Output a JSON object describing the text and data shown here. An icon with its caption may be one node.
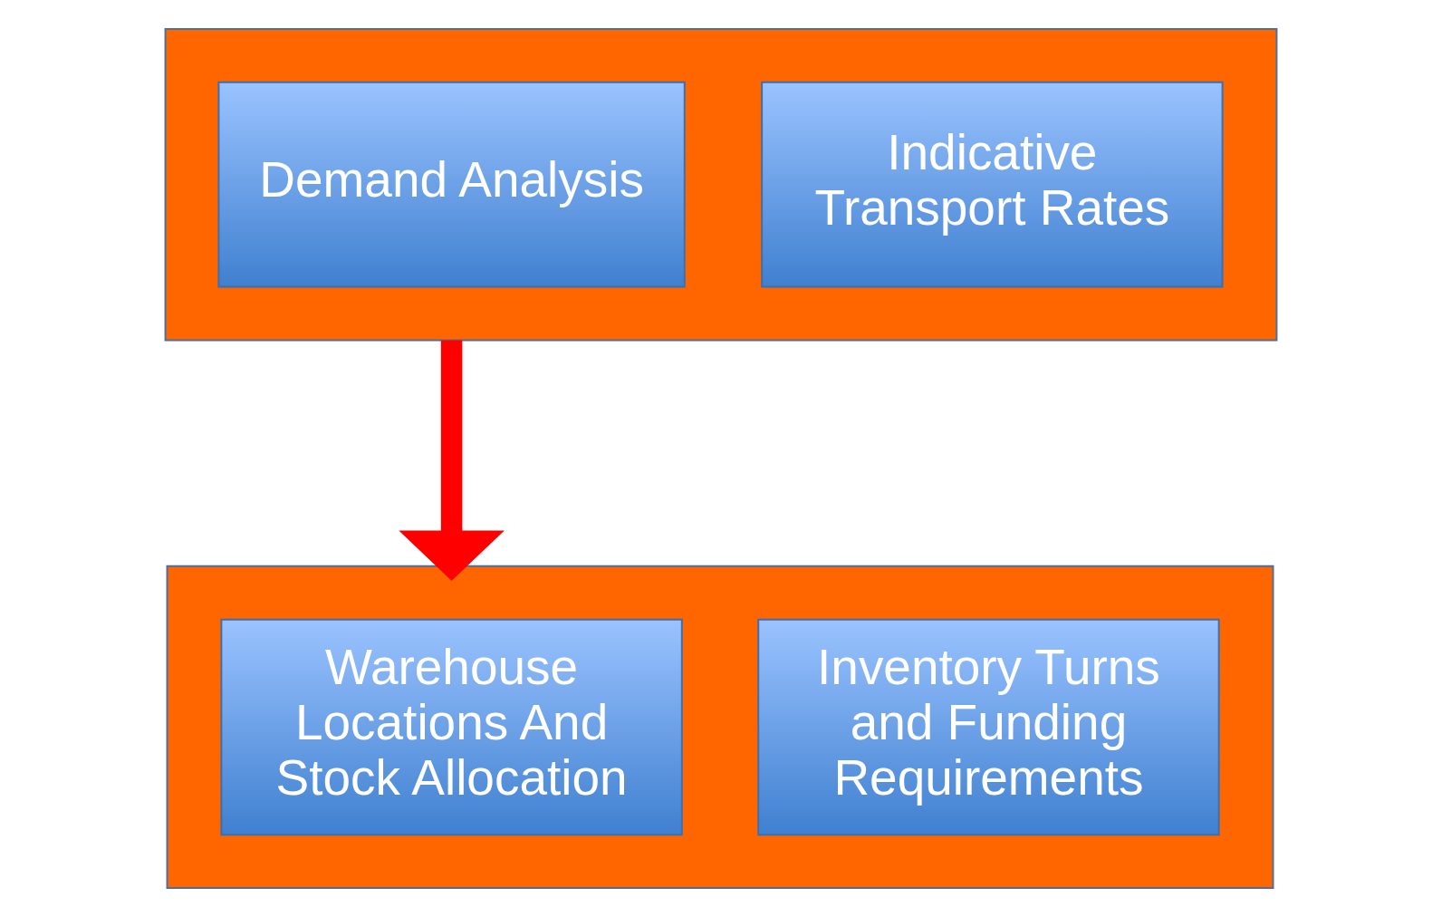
{
  "diagram": {
    "nodes": [
      {
        "text": [],
        "shape": "box"
      },
      {
        "text": [
          "Demand Analysis"
        ],
        "in": 0
      },
      {
        "text": [
          "Indicative Transport Rates"
        ],
        "in": 0
      },
      {
        "text": [],
        "shape": "box"
      },
      {
        "text": [
          "Warehouse Locations And Stock Allocation"
        ],
        "in": 3
      },
      {
        "text": [
          "Inventory Turns and Funding Requirements"
        ],
        "in": 3
      }
    ],
    "edges": [
      {
        "from": 0,
        "to": 3,
        "arrow": "to",
        "color": "#ff0000"
      }
    ]
  }
}
